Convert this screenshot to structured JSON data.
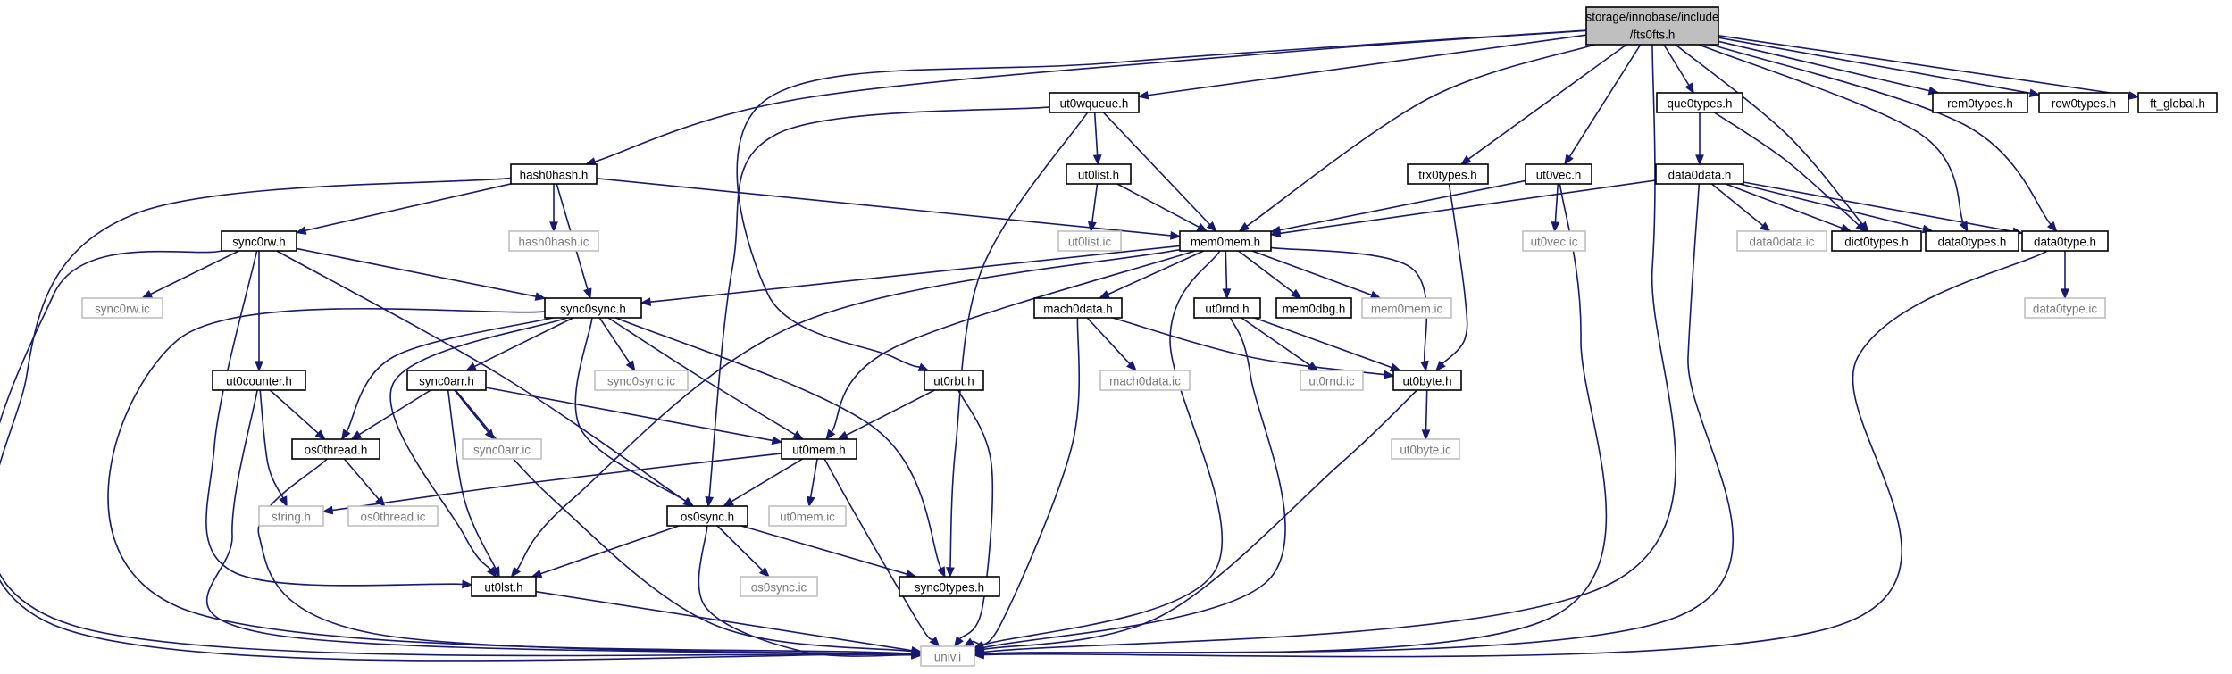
{
  "diagram": {
    "colors": {
      "edge": "#191970",
      "node_border": "#000000",
      "faint_border": "#bfbfbf",
      "root_fill": "#bfbfbf",
      "faint_text": "#7a7a7a"
    },
    "nodes": {
      "root": {
        "label_line1": "storage/innobase/include",
        "label_line2": "/fts0fts.h"
      },
      "hash0hash_h": "hash0hash.h",
      "hash0hash_ic": "hash0hash.ic",
      "sync0rw_h": "sync0rw.h",
      "sync0rw_ic": "sync0rw.ic",
      "sync0sync_h": "sync0sync.h",
      "sync0sync_ic": "sync0sync.ic",
      "ut0counter_h": "ut0counter.h",
      "sync0arr_h": "sync0arr.h",
      "sync0arr_ic": "sync0arr.ic",
      "os0thread_h": "os0thread.h",
      "os0thread_ic": "os0thread.ic",
      "string_h": "string.h",
      "ut0lst_h": "ut0lst.h",
      "univ_i": "univ.i",
      "ut0wqueue_h": "ut0wqueue.h",
      "ut0list_h": "ut0list.h",
      "ut0list_ic": "ut0list.ic",
      "mem0mem_h": "mem0mem.h",
      "mach0data_h": "mach0data.h",
      "mach0data_ic": "mach0data.ic",
      "ut0rbt_h": "ut0rbt.h",
      "ut0mem_h": "ut0mem.h",
      "ut0mem_ic": "ut0mem.ic",
      "os0sync_h": "os0sync.h",
      "os0sync_ic": "os0sync.ic",
      "sync0types_h": "sync0types.h",
      "ut0rnd_h": "ut0rnd.h",
      "ut0rnd_ic": "ut0rnd.ic",
      "mem0dbg_h": "mem0dbg.h",
      "mem0mem_ic": "mem0mem.ic",
      "ut0byte_h": "ut0byte.h",
      "ut0byte_ic": "ut0byte.ic",
      "trx0types_h": "trx0types.h",
      "ut0vec_h": "ut0vec.h",
      "ut0vec_ic": "ut0vec.ic",
      "que0types_h": "que0types.h",
      "data0data_h": "data0data.h",
      "data0data_ic": "data0data.ic",
      "dict0types_h": "dict0types.h",
      "data0types_h": "data0types.h",
      "data0type_h": "data0type.h",
      "data0type_ic": "data0type.ic",
      "rem0types_h": "rem0types.h",
      "row0types_h": "row0types.h",
      "ft_global_h": "ft_global.h"
    }
  }
}
